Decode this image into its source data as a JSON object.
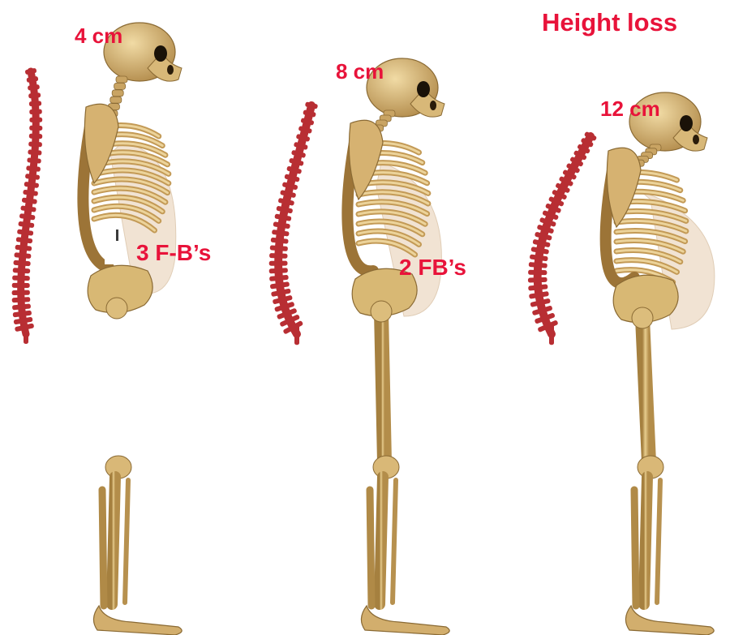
{
  "title": "Height loss",
  "figures": [
    {
      "height_loss": "4 cm",
      "fingerbreadths": "3 F-B’s"
    },
    {
      "height_loss": "8 cm",
      "fingerbreadths": "2 FB’s"
    },
    {
      "height_loss": "12 cm",
      "fingerbreadths": ""
    }
  ],
  "colors": {
    "label": "#e8133a",
    "spine": "#b82e33",
    "bone": "#d9bb7a",
    "bone_shadow": "#8a6a34",
    "abdomen": "#f1e3d3"
  }
}
